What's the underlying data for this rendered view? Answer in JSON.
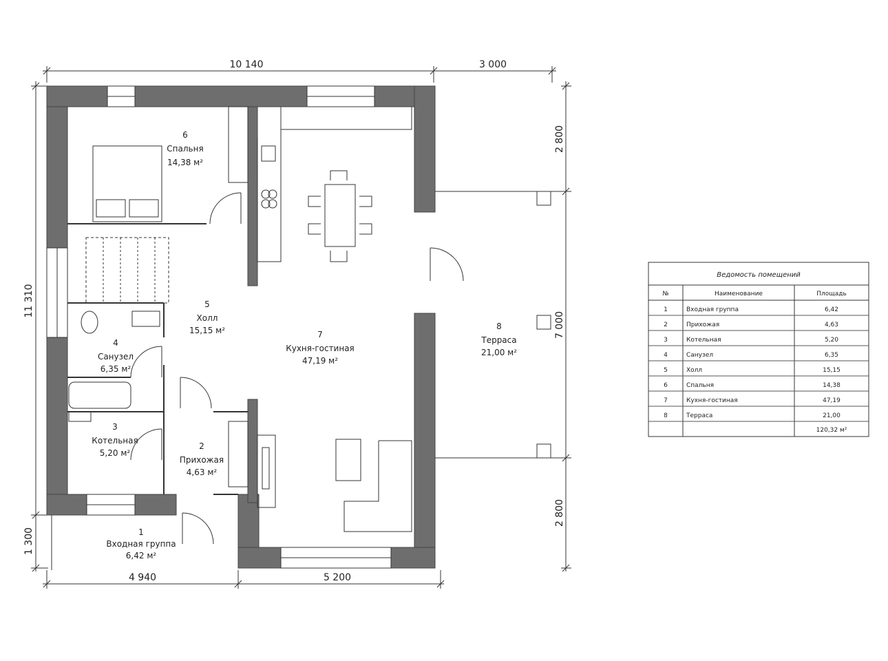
{
  "dimensions": {
    "top_main": "10 140",
    "top_terrace": "3 000",
    "left_total": "11 310",
    "left_bottom": "1 300",
    "bottom_left": "4 940",
    "bottom_right": "5 200",
    "right_top": "2 800",
    "right_mid": "7 000",
    "right_bottom": "2 800"
  },
  "rooms": [
    {
      "num": "1",
      "name": "Входная группа",
      "area": "6,42 м²"
    },
    {
      "num": "2",
      "name": "Прихожая",
      "area": "4,63 м²"
    },
    {
      "num": "3",
      "name": "Котельная",
      "area": "5,20 м²"
    },
    {
      "num": "4",
      "name": "Санузел",
      "area": "6,35 м²"
    },
    {
      "num": "5",
      "name": "Холл",
      "area": "15,15 м²"
    },
    {
      "num": "6",
      "name": "Спальня",
      "area": "14,38 м²"
    },
    {
      "num": "7",
      "name": "Кухня-гостиная",
      "area": "47,19 м²"
    },
    {
      "num": "8",
      "name": "Терраса",
      "area": "21,00 м²"
    }
  ],
  "schedule": {
    "title": "Ведомость помещений",
    "headers": [
      "№",
      "Наименование",
      "Площадь"
    ],
    "rows": [
      [
        "1",
        "Входная группа",
        "6,42"
      ],
      [
        "2",
        "Прихожая",
        "4,63"
      ],
      [
        "3",
        "Котельная",
        "5,20"
      ],
      [
        "4",
        "Санузел",
        "6,35"
      ],
      [
        "5",
        "Холл",
        "15,15"
      ],
      [
        "6",
        "Спальня",
        "14,38"
      ],
      [
        "7",
        "Кухня-гостиная",
        "47,19"
      ],
      [
        "8",
        "Терраса",
        "21,00"
      ]
    ],
    "total": "120,32 м²"
  },
  "colors": {
    "wall": "#6e6e6e",
    "line": "#333333"
  }
}
